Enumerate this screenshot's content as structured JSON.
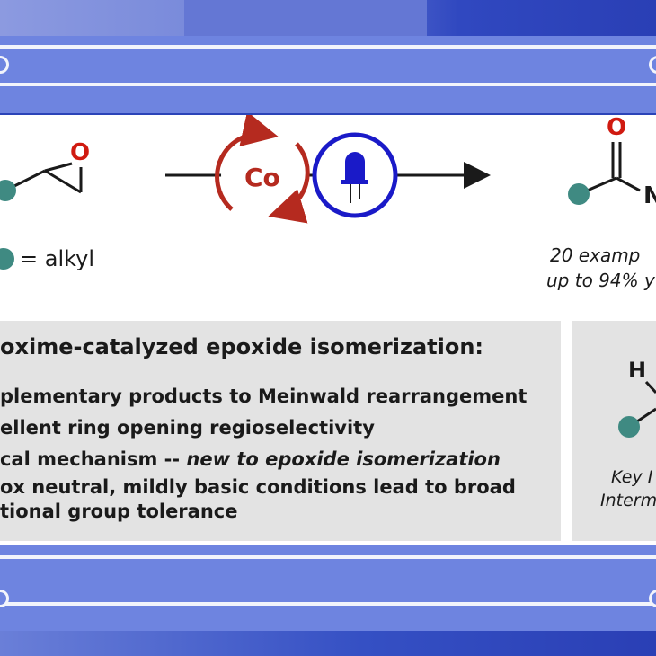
{
  "scheme": {
    "epoxide_oxygen": "O",
    "alkyl_legend": "= alkyl",
    "catalyst_label": "Co",
    "product_oxygen": "O",
    "product_partial_atom": "N",
    "examples_text": "20 examp",
    "yield_text": "up to 94% y"
  },
  "features": {
    "heading": "oxime-catalyzed epoxide isomerization:",
    "bullets": [
      {
        "text": "plementary products to Meinwald rearrangement"
      },
      {
        "text": "ellent ring opening regioselectivity"
      },
      {
        "text": "cal mechanism -- ",
        "emphasis": "new to epoxide isomerization"
      },
      {
        "text": "ox neutral, mildly basic conditions lead to broad"
      },
      {
        "text": "tional group tolerance"
      }
    ]
  },
  "intermediate": {
    "h_atom": "H",
    "label_line1": "Key I",
    "label_line2": "Interm"
  },
  "colors": {
    "teal_ball": "#3f8a82",
    "oxygen_red": "#d01a10",
    "catalyst_red": "#b52a1f",
    "light_blue": "#1a1ac8"
  }
}
